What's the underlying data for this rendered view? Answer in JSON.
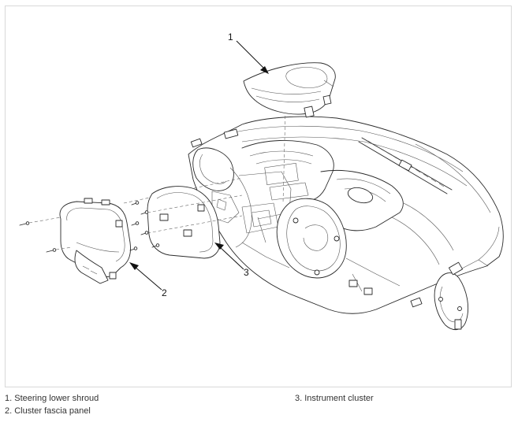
{
  "callouts": [
    {
      "number": "1"
    },
    {
      "number": "2"
    },
    {
      "number": "3"
    }
  ],
  "legend": [
    {
      "text": "1. Steering lower shroud"
    },
    {
      "text": "2. Cluster fascia panel"
    },
    {
      "text": "3. Instrument cluster"
    }
  ]
}
